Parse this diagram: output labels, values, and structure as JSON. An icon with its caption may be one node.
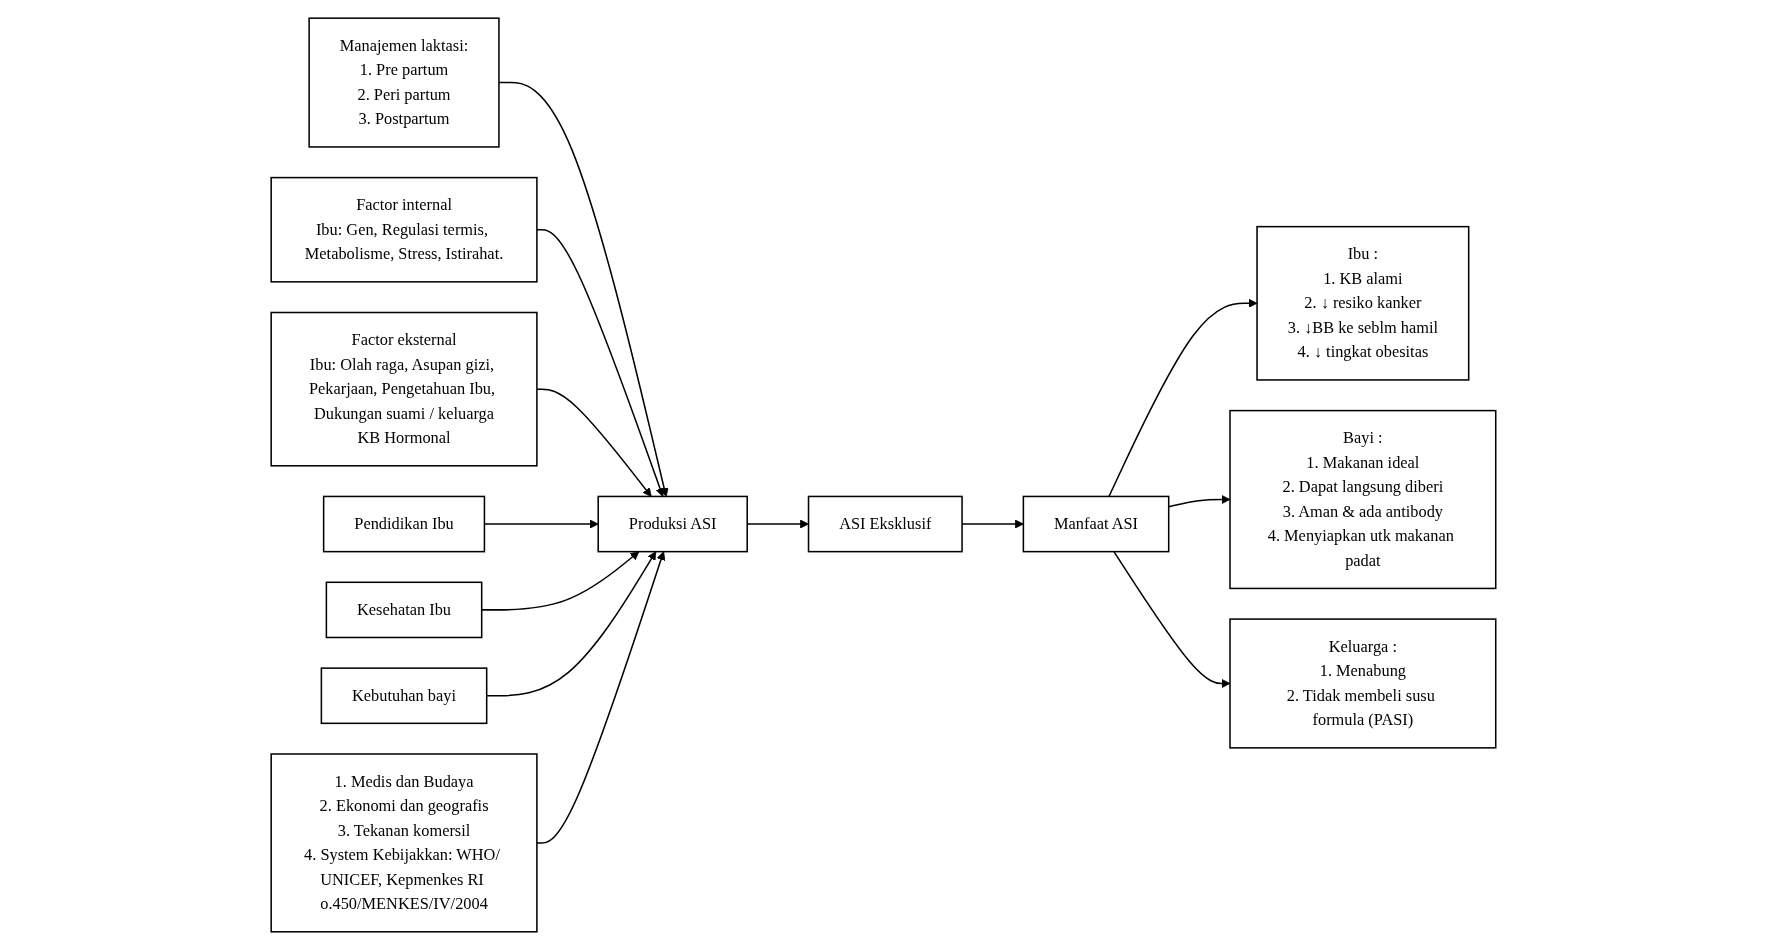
{
  "diagram": {
    "nodes": [
      {
        "text": [
          "Manajemen laktasi:",
          "1. Pre partum",
          "2. Peri partum",
          "3. Postpartum"
        ]
      },
      {
        "text": [
          "Factor internal",
          "Ibu: Gen, Regulasi termis, Metabolisme, Stress, Istirahat."
        ]
      },
      {
        "text": [
          "Factor eksternal",
          "Ibu: Olah raga, Asupan gizi, Pekarjaan, Pengetahuan Ibu, Dukungan suami / keluarga",
          "KB Hormonal"
        ]
      },
      {
        "text": [
          "Pendidikan Ibu"
        ]
      },
      {
        "text": [
          "Kesehatan Ibu"
        ]
      },
      {
        "text": [
          "Kebutuhan bayi"
        ]
      },
      {
        "text": [
          "Produksi ASI"
        ]
      },
      {
        "text": [
          "ASI Eksklusif"
        ]
      },
      {
        "text": [
          "Manfaat ASI"
        ]
      },
      {
        "text": [
          "1. Medis dan Budaya",
          "2. Ekonomi dan geografis",
          "3. Tekanan komersil",
          "4. System Kebijakkan: WHO/ UNICEF, Kepmenkes RI o.450/MENKES/IV/2004"
        ]
      },
      {
        "text": [
          "Ibu :",
          "1. KB alami",
          "2. ↓ resiko kanker",
          "3. ↓BB ke seblm hamil",
          "4. ↓ tingkat obesitas"
        ]
      },
      {
        "text": [
          "Bayi :",
          "1. Makanan ideal",
          "2. Dapat langsung diberi",
          "3. Aman & ada antibody",
          "4. Menyiapkan utk makanan padat"
        ]
      },
      {
        "text": [
          "Keluarga :",
          "1. Menabung",
          "2. Tidak membeli susu formula (PASI)"
        ]
      }
    ],
    "edges": [
      {
        "from": 0,
        "to": 6,
        "arrow": "to"
      },
      {
        "from": 1,
        "to": 6,
        "arrow": "to"
      },
      {
        "from": 2,
        "to": 6,
        "arrow": "to"
      },
      {
        "from": 3,
        "to": 6,
        "arrow": "to"
      },
      {
        "from": 4,
        "to": 6,
        "arrow": "to"
      },
      {
        "from": 5,
        "to": 6,
        "arrow": "to"
      },
      {
        "from": 6,
        "to": 7,
        "arrow": "to"
      },
      {
        "from": 9,
        "to": 6,
        "arrow": "to"
      },
      {
        "from": 7,
        "to": 8,
        "arrow": "to"
      },
      {
        "from": 8,
        "to": 10,
        "arrow": "to"
      },
      {
        "from": 8,
        "to": 11,
        "arrow": "to"
      },
      {
        "from": 8,
        "to": 12,
        "arrow": "to"
      }
    ]
  }
}
